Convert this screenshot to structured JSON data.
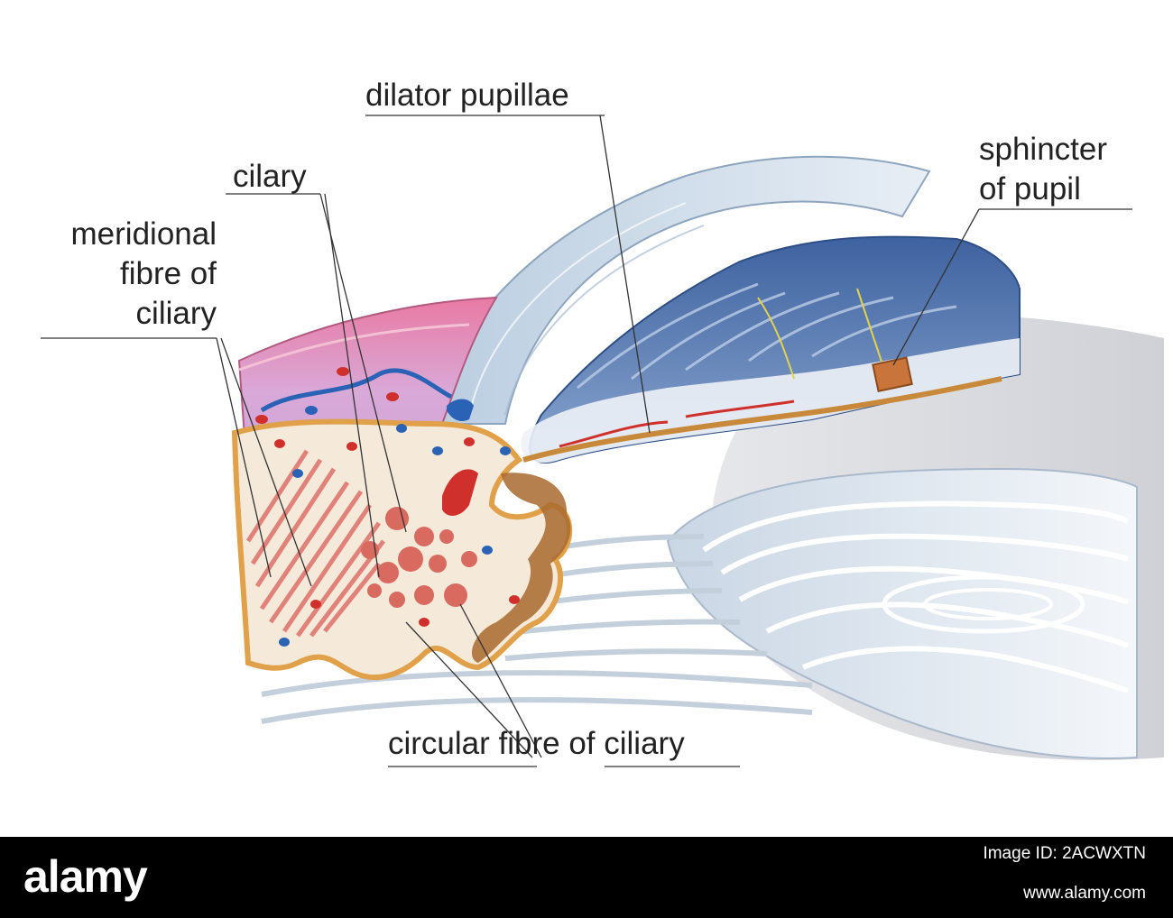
{
  "labels": {
    "dilator_pupillae": "dilator pupillae",
    "sphincter_line1": "sphincter",
    "sphincter_line2": "of pupil",
    "cilary": "cilary",
    "meridional_line1": "meridional",
    "meridional_line2": "fibre of",
    "meridional_line3": "ciliary",
    "circular_fibre": "circular fibre of ciliary"
  },
  "watermark": {
    "brand": "alamy",
    "image_id": "Image ID: 2ACWXTN",
    "url": "www.alamy.com"
  },
  "colors": {
    "sclera_pink": "#e890b0",
    "ciliary_muscle": "#e98a84",
    "iris_blue": "#4a6fa5",
    "cornea": "#cdd9e8",
    "lens": "#dfe6ee",
    "background_grey": "#dcdde0",
    "pigment_brown": "#a86a2e",
    "vessel_red": "#d0302c",
    "vessel_blue": "#2a63b5"
  }
}
